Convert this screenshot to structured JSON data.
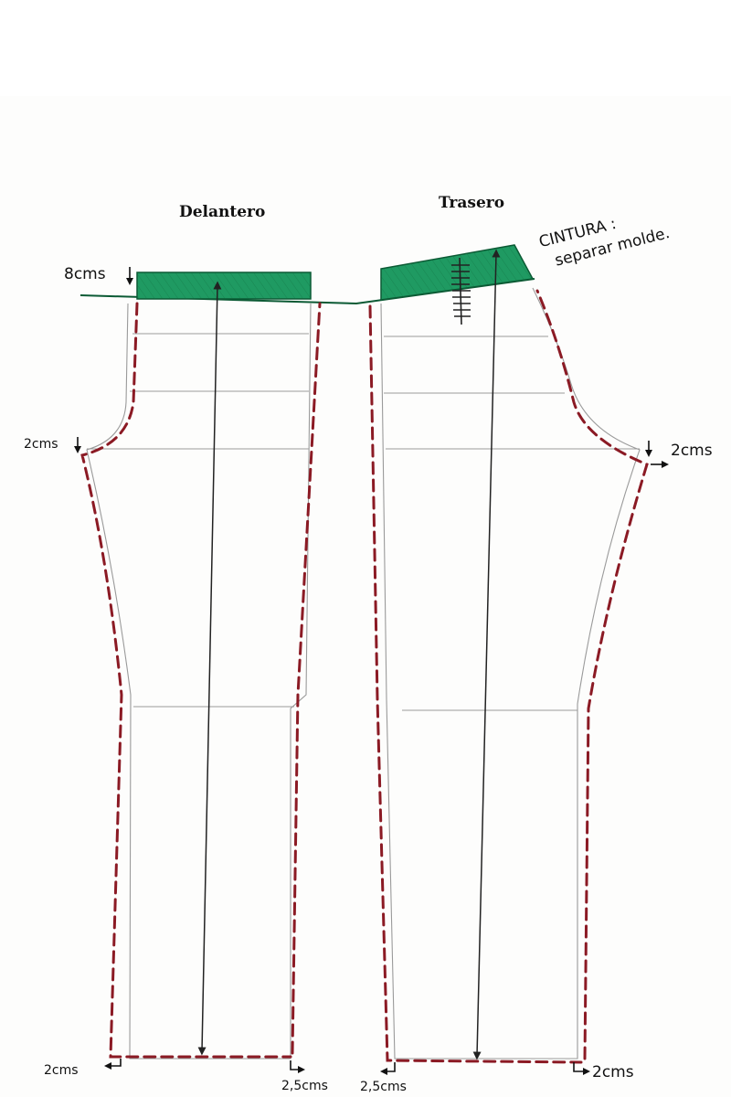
{
  "front": {
    "title": "Delantero"
  },
  "back": {
    "title": "Trasero"
  },
  "waistband": {
    "note_line1": "CINTURA :",
    "note_line2": "separar molde."
  },
  "measurements": {
    "waistband_height": "8cms",
    "front_crotch": "2cms",
    "back_crotch": "2cms",
    "front_hem_left": "2cms",
    "front_hem_right": "2,5cms",
    "back_hem_left": "2,5cms",
    "back_hem_right": "2cms"
  },
  "colors": {
    "waistband_fill": "#1f9a62",
    "seam_allowance": "#8b1a24",
    "pencil": "#9a9a9a"
  }
}
